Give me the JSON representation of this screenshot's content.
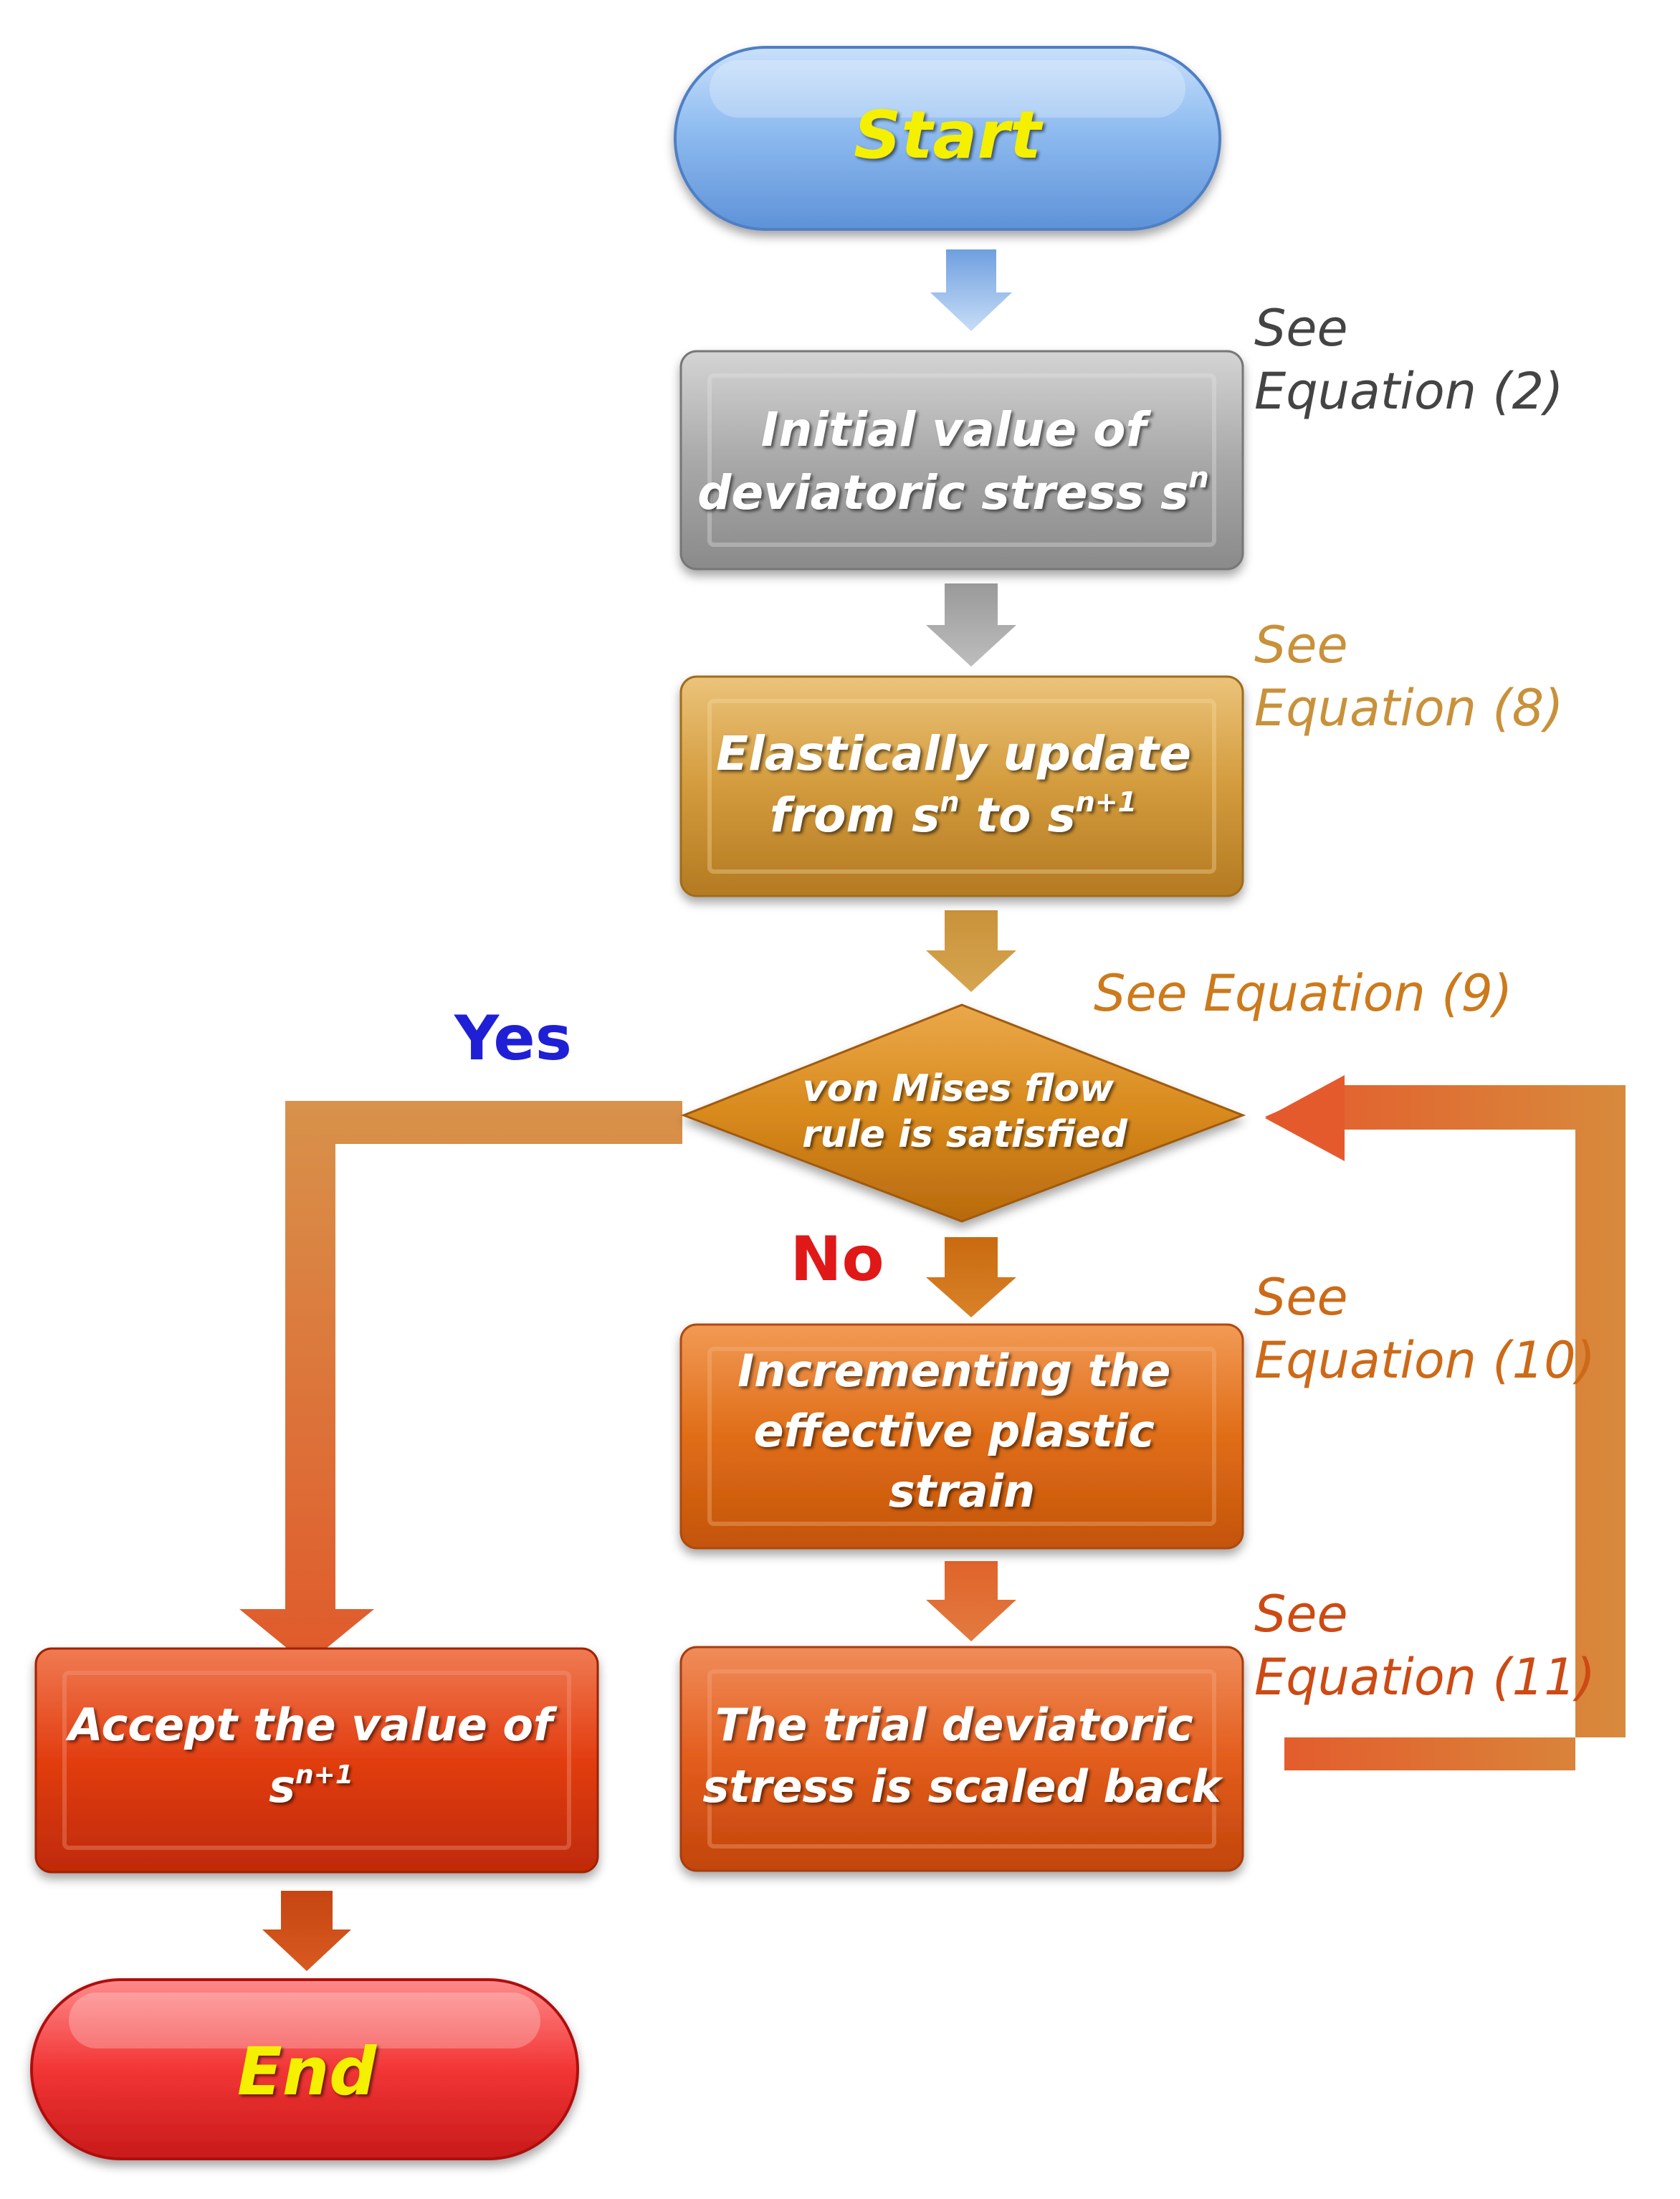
{
  "nodes": {
    "start": {
      "label": "Start"
    },
    "initial": {
      "line1": "Initial value of",
      "line2": "deviatoric stress s",
      "sup": "n"
    },
    "elastic": {
      "line1": "Elastically update",
      "line2_a": "from s",
      "line2_sup_a": "n",
      "line2_b": " to s",
      "line2_sup_b": "n+1"
    },
    "decision": {
      "line1": "von Mises flow",
      "line2": "rule is satisfied"
    },
    "increment": {
      "line1": "Incrementing the",
      "line2": "effective plastic",
      "line3": "strain"
    },
    "scaled": {
      "line1": "The trial deviatoric",
      "line2": "stress is scaled back"
    },
    "accept": {
      "line1": "Accept the value of",
      "line2": "s",
      "line2_sup": "n+1"
    },
    "end": {
      "label": "End"
    }
  },
  "branches": {
    "yes": "Yes",
    "no": "No"
  },
  "notes": {
    "eq2": {
      "line1": "See",
      "line2": "Equation (2)"
    },
    "eq8": {
      "line1": "See",
      "line2": "Equation (8)"
    },
    "eq9": {
      "text": "See Equation (9)"
    },
    "eq10": {
      "line1": "See",
      "line2": "Equation (10)"
    },
    "eq11": {
      "line1": "See",
      "line2": "Equation (11)"
    }
  },
  "colors": {
    "start": "#7fb1ea",
    "start_text": "#f4f000",
    "initial": "#a6a6a6",
    "elastic": "#d39b3c",
    "decision": "#d88a1c",
    "increment": "#e06d17",
    "scaled": "#e35d1c",
    "accept": "#e23d10",
    "end": "#f23535",
    "end_text": "#f4f000",
    "yes_text": "#1f1fd6",
    "no_text": "#e01818",
    "note_gray": "#444444",
    "note_tan": "#c8913a",
    "note_orange": "#cc6a18",
    "note_red": "#cc4a14"
  }
}
